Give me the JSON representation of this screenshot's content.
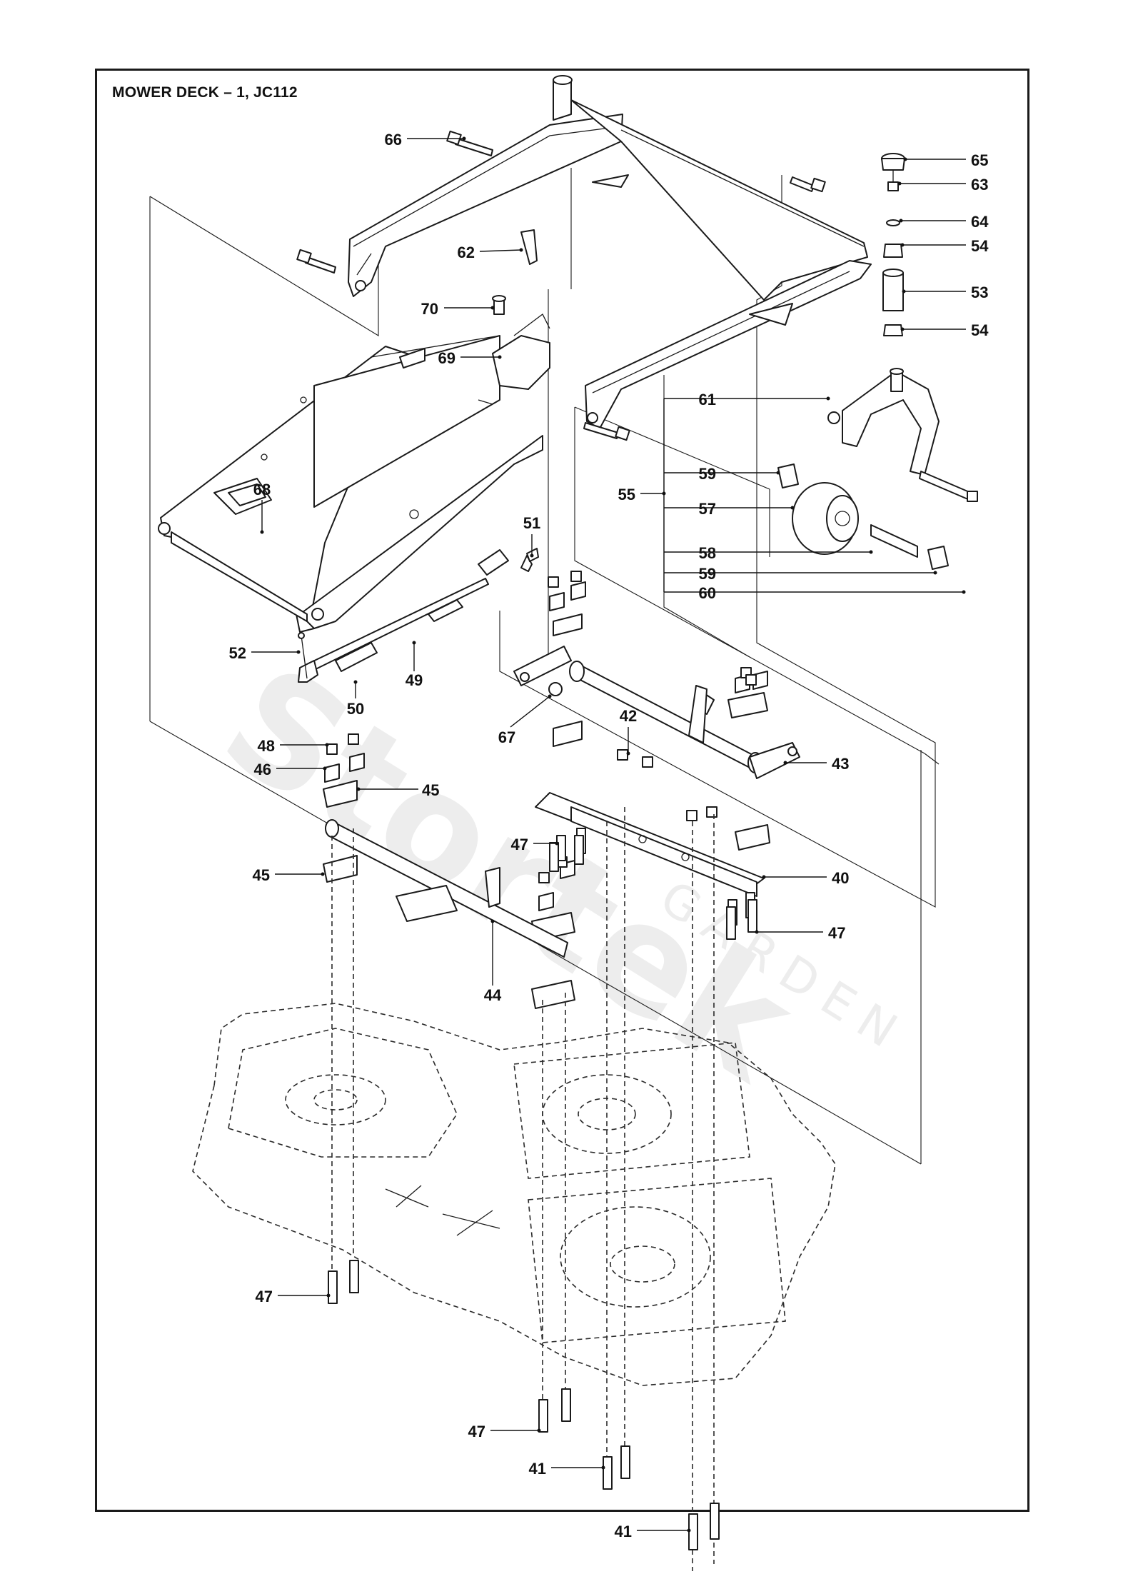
{
  "diagram": {
    "title": "MOWER DECK – 1, JC112",
    "watermark": {
      "brand": "Stortek",
      "sub": "GARDEN"
    },
    "callouts": [
      {
        "id": "c66",
        "label": "66"
      },
      {
        "id": "c62",
        "label": "62"
      },
      {
        "id": "c70",
        "label": "70"
      },
      {
        "id": "c69",
        "label": "69"
      },
      {
        "id": "c68",
        "label": "68"
      },
      {
        "id": "c51",
        "label": "51"
      },
      {
        "id": "c52",
        "label": "52"
      },
      {
        "id": "c50",
        "label": "50"
      },
      {
        "id": "c49",
        "label": "49"
      },
      {
        "id": "c67",
        "label": "67"
      },
      {
        "id": "c42",
        "label": "42"
      },
      {
        "id": "c43",
        "label": "43"
      },
      {
        "id": "c48",
        "label": "48"
      },
      {
        "id": "c46",
        "label": "46"
      },
      {
        "id": "c45a",
        "label": "45"
      },
      {
        "id": "c45b",
        "label": "45"
      },
      {
        "id": "c47a",
        "label": "47"
      },
      {
        "id": "c40",
        "label": "40"
      },
      {
        "id": "c47b",
        "label": "47"
      },
      {
        "id": "c44",
        "label": "44"
      },
      {
        "id": "c47c",
        "label": "47"
      },
      {
        "id": "c47d",
        "label": "47"
      },
      {
        "id": "c41a",
        "label": "41"
      },
      {
        "id": "c41b",
        "label": "41"
      },
      {
        "id": "c65",
        "label": "65"
      },
      {
        "id": "c63",
        "label": "63"
      },
      {
        "id": "c64",
        "label": "64"
      },
      {
        "id": "c54a",
        "label": "54"
      },
      {
        "id": "c53",
        "label": "53"
      },
      {
        "id": "c54b",
        "label": "54"
      },
      {
        "id": "c61",
        "label": "61"
      },
      {
        "id": "c59a",
        "label": "59"
      },
      {
        "id": "c55",
        "label": "55"
      },
      {
        "id": "c57",
        "label": "57"
      },
      {
        "id": "c58",
        "label": "58"
      },
      {
        "id": "c59b",
        "label": "59"
      },
      {
        "id": "c60",
        "label": "60"
      }
    ]
  }
}
